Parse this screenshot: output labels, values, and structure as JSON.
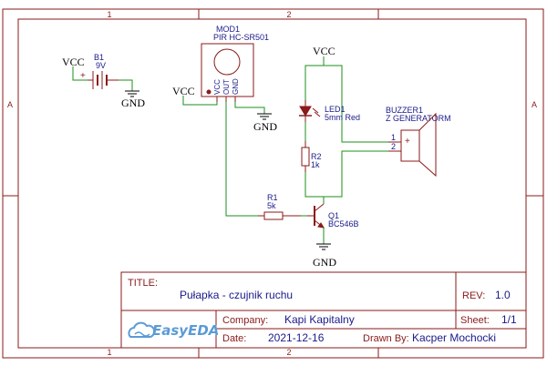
{
  "zones": {
    "columns": [
      "1",
      "2"
    ],
    "rows": [
      "A"
    ]
  },
  "components": {
    "battery": {
      "ref": "B1",
      "value": "9V",
      "plus": "+",
      "net_top": "VCC",
      "net_bottom": "GND"
    },
    "pir": {
      "ref": "MOD1",
      "value": "PIR HC-SR501",
      "pins": [
        "VCC",
        "OUT",
        "GND"
      ],
      "net_vcc": "VCC",
      "net_gnd": "GND"
    },
    "led": {
      "ref": "LED1",
      "value": "5mm Red"
    },
    "r2": {
      "ref": "R2",
      "value": "1k"
    },
    "r1": {
      "ref": "R1",
      "value": "5k"
    },
    "q1": {
      "ref": "Q1",
      "value": "BC546B"
    },
    "buzzer": {
      "ref": "BUZZER1",
      "value": "Z GENERATORM",
      "pin1": "1",
      "pin2": "2",
      "plus": "+"
    },
    "rail_vcc": "VCC",
    "gnd_q1": "GND"
  },
  "title_block": {
    "title_key": "TITLE:",
    "title": "Pułapka - czujnik ruchu",
    "rev_key": "REV:",
    "rev": "1.0",
    "company_key": "Company:",
    "company": "Kapi Kapitalny",
    "sheet_key": "Sheet:",
    "sheet": "1/1",
    "date_key": "Date:",
    "date": "2021-12-16",
    "drawn_key": "Drawn By:",
    "drawn": "Kacper Mochocki",
    "logo": "EasyEDA",
    "logo_icon": "cloud-icon"
  },
  "colors": {
    "frame": "#8b1a1a",
    "wire": "#1b8f1b",
    "label": "#1a1a8b",
    "logo": "#5b9bd5"
  }
}
